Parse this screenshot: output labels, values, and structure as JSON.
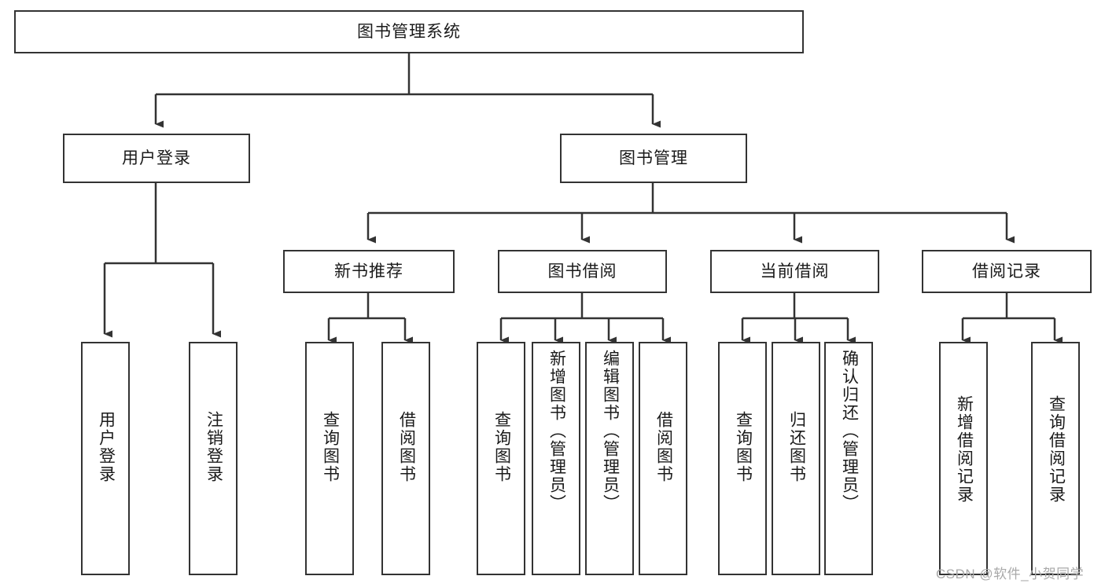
{
  "diagram": {
    "title": "图书管理系统",
    "type": "tree-hierarchy",
    "root": {
      "label": "图书管理系统"
    },
    "level2": [
      {
        "label": "用户登录"
      },
      {
        "label": "图书管理"
      }
    ],
    "level3": [
      {
        "label": "新书推荐"
      },
      {
        "label": "图书借阅"
      },
      {
        "label": "当前借阅"
      },
      {
        "label": "借阅记录"
      }
    ],
    "leaves": {
      "user_login": [
        {
          "label": "用户登录"
        },
        {
          "label": "注销登录"
        }
      ],
      "new_book_recommend": [
        {
          "label": "查询图书"
        },
        {
          "label": "借阅图书"
        }
      ],
      "book_borrow": [
        {
          "label": "查询图书"
        },
        {
          "label": "新增图书（管理员）"
        },
        {
          "label": "编辑图书（管理员）"
        },
        {
          "label": "借阅图书"
        }
      ],
      "current_borrow": [
        {
          "label": "查询图书"
        },
        {
          "label": "归还图书"
        },
        {
          "label": "确认归还（管理员）"
        }
      ],
      "borrow_record": [
        {
          "label": "新增借阅记录"
        },
        {
          "label": "查询借阅记录"
        }
      ]
    }
  },
  "watermark": {
    "text": "CSDN @软件_小贺同学"
  },
  "colors": {
    "border": "#333333",
    "text": "#1a1a1a",
    "background": "#ffffff",
    "watermark": "#a9a9a9"
  }
}
